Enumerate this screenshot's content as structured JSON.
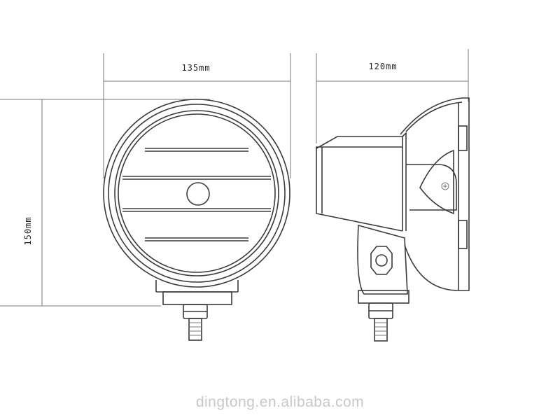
{
  "dimensions": {
    "front_width": "135mm",
    "side_depth": "120mm",
    "height": "150mm"
  },
  "watermark": "dingtong.en.alibaba.com"
}
